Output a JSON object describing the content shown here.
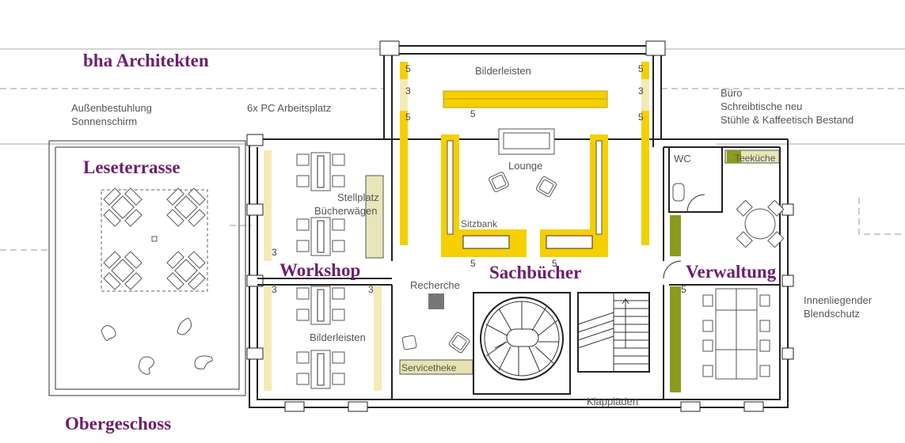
{
  "titles": {
    "architect": "bha Architekten",
    "floor": "Obergeschoss"
  },
  "rooms": {
    "leseterrasse": "Leseterrasse",
    "workshop": "Workshop",
    "sachbuecher": "Sachbücher",
    "verwaltung": "Verwaltung"
  },
  "notes": {
    "aussen_line1": "Außenbestuhlung",
    "aussen_line2": "Sonnenschirm",
    "pc": "6x PC Arbeitsplatz",
    "buero_line1": "Büro",
    "buero_line2": "Schreibtische neu",
    "buero_line3": "Stühle & Kaffeetisch Bestand",
    "bilderleisten_top": "Bilderleisten",
    "lounge": "Lounge",
    "sitzbank": "Sitzbank",
    "stellplatz_line1": "Stellplatz",
    "stellplatz_line2": "Bücherwägen",
    "recherche": "Recherche",
    "bilderleisten_ws": "Bilderleisten",
    "servicetheke": "Servicetheke",
    "wc": "WC",
    "teekueche": "Teeküche",
    "blend_line1": "Innenliegender",
    "blend_line2": "Blendschutz",
    "klapplaeden": "Klappläden"
  },
  "dimensions": {
    "d5": "5",
    "d3": "3"
  },
  "colors": {
    "title": "#6d1f6d",
    "shelf_yellow": "#f5cf00",
    "shelf_light": "#f6eab4",
    "olive": "#8c9a1e",
    "stellplatz": "#e8e6b8",
    "servicetheke": "#e6e3b0",
    "wall": "#222222"
  }
}
